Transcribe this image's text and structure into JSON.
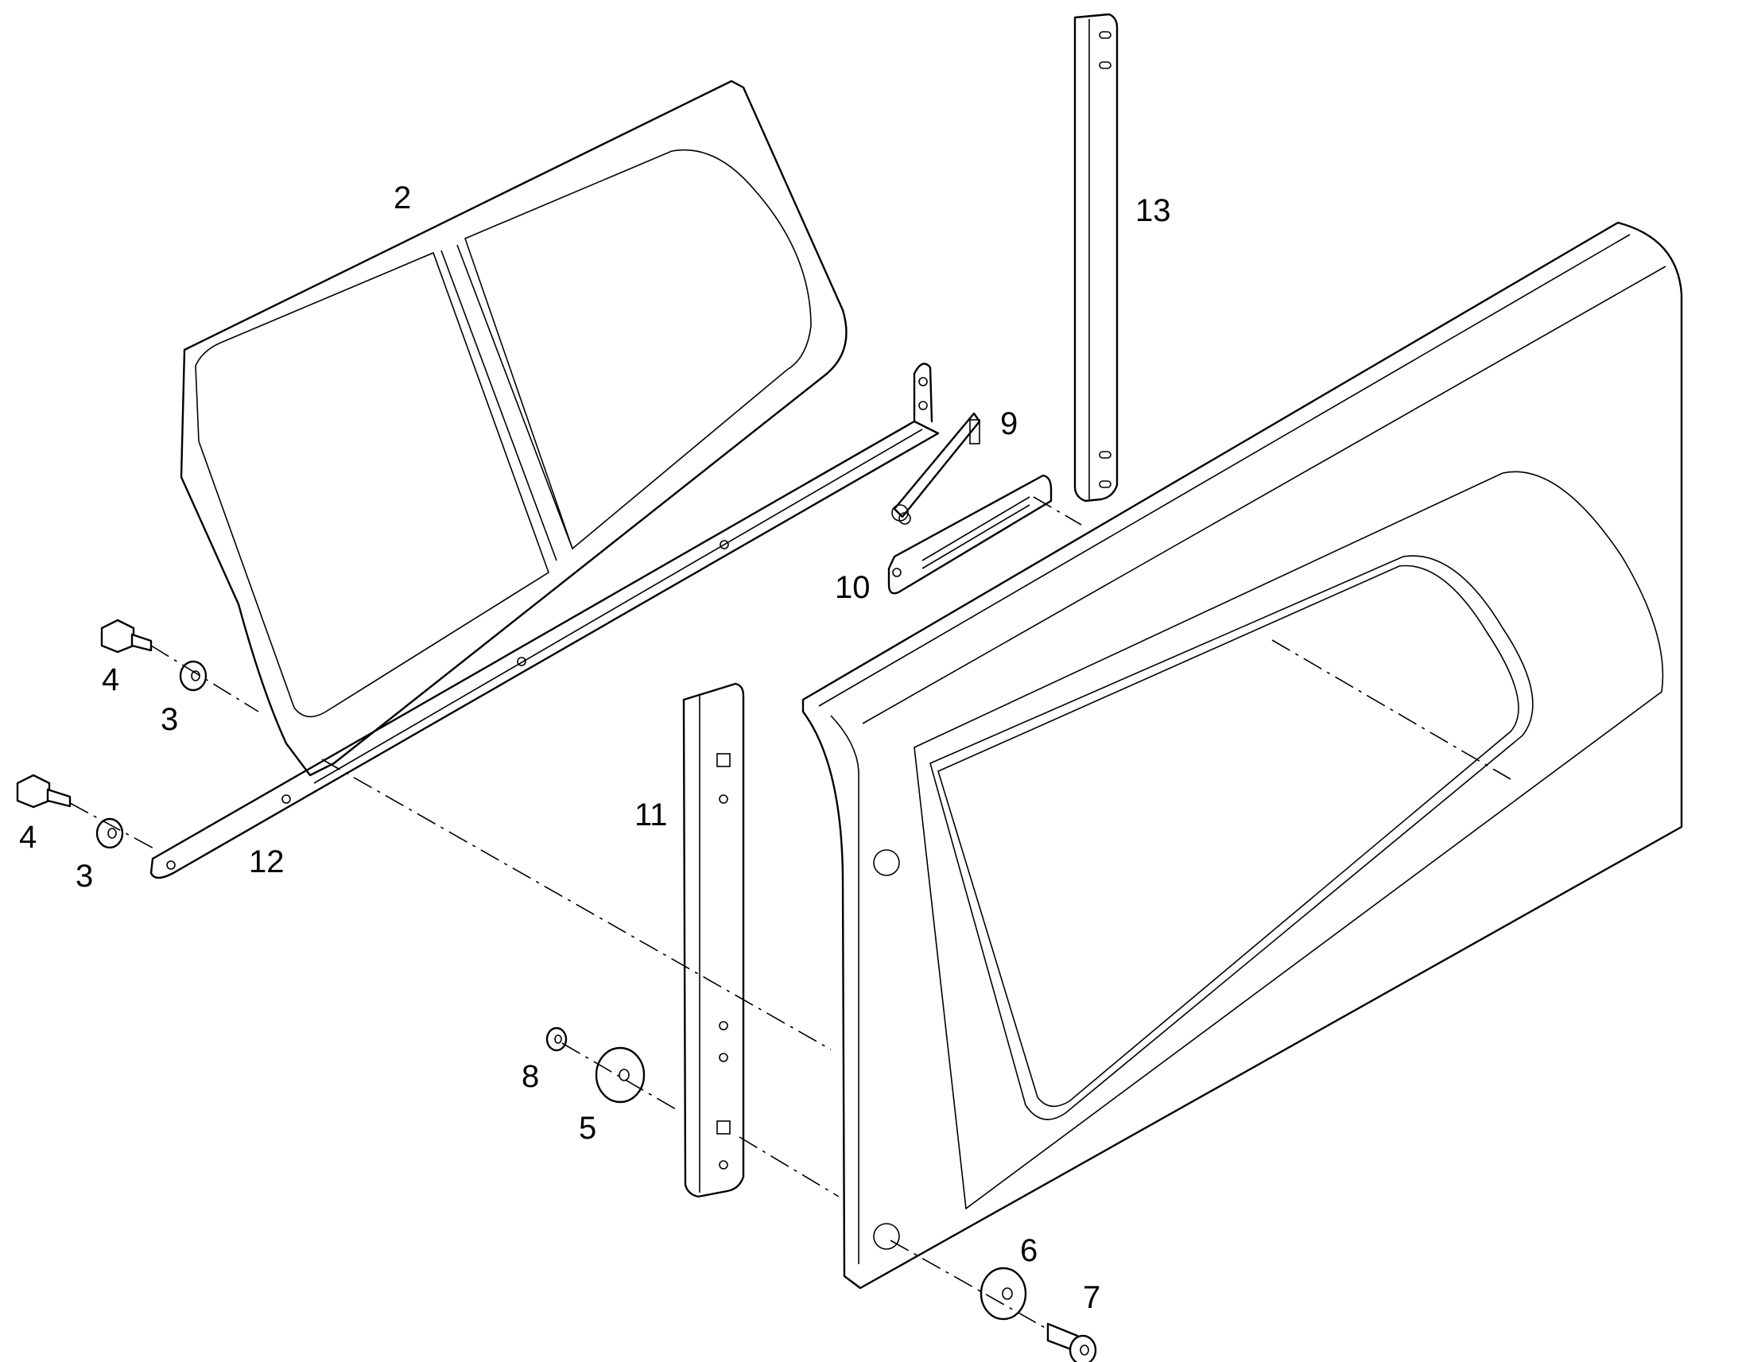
{
  "callouts": {
    "c2": "2",
    "c3a": "3",
    "c3b": "3",
    "c4a": "4",
    "c4b": "4",
    "c5": "5",
    "c6": "6",
    "c7": "7",
    "c8": "8",
    "c9": "9",
    "c10": "10",
    "c11": "11",
    "c12": "12",
    "c13": "13"
  },
  "colors": {
    "line": "#000000",
    "background": "#ffffff"
  }
}
